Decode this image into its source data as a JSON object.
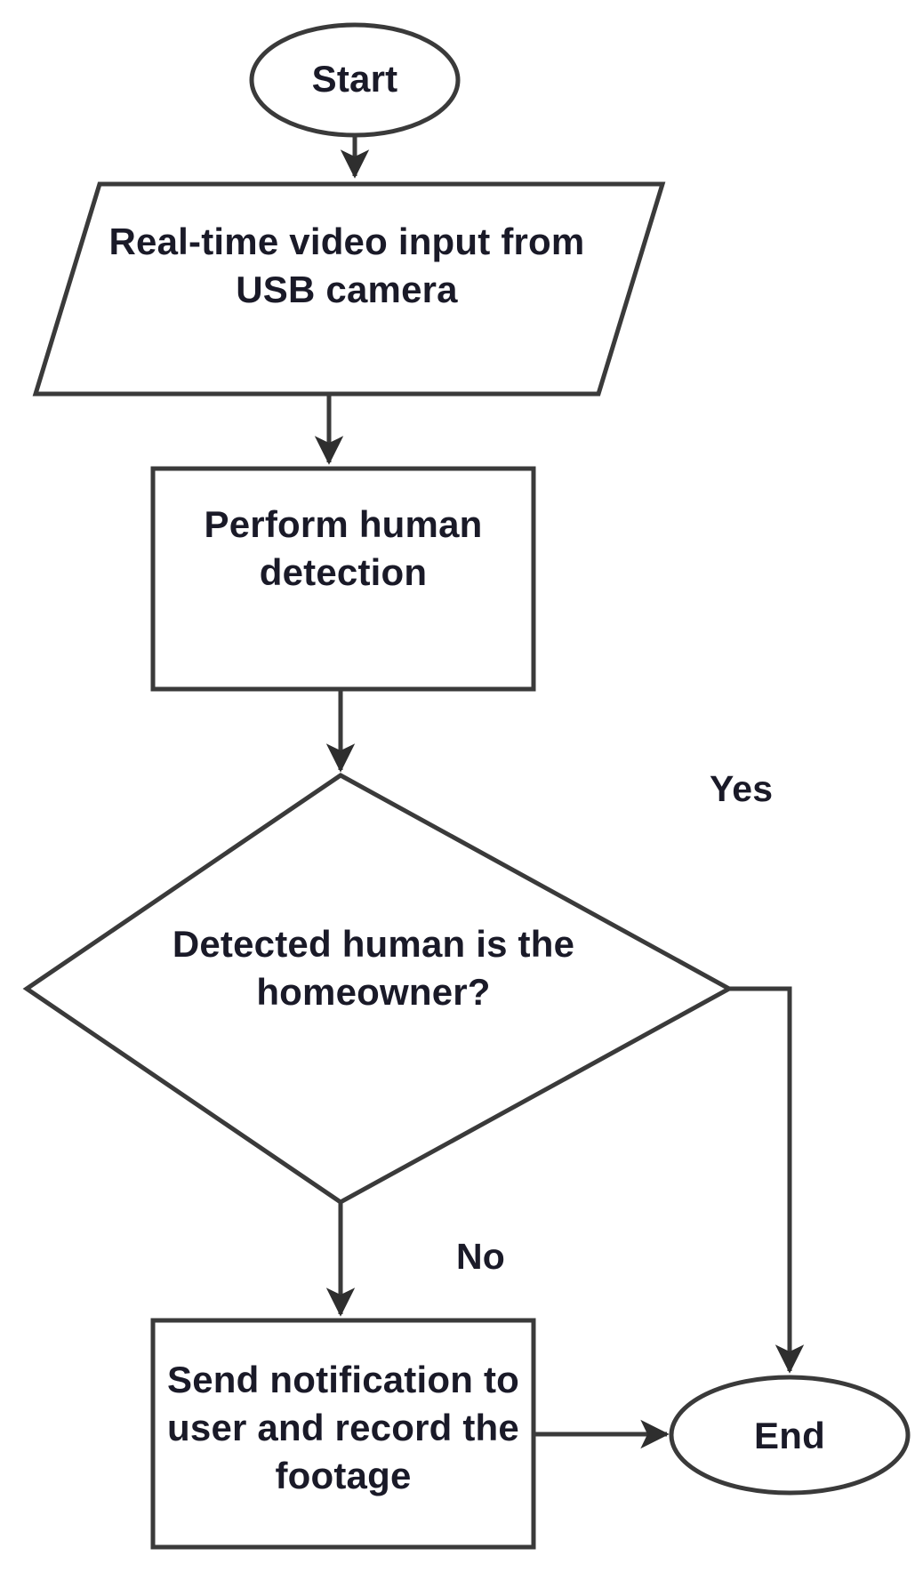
{
  "diagram": {
    "type": "flowchart",
    "title": "Human detection home security flowchart",
    "orientation": "top-to-bottom",
    "colors": {
      "background": "#ffffff",
      "stroke": "#3a3a3a",
      "text": "#1a1a28"
    },
    "nodes": [
      {
        "id": "start",
        "shape": "ellipse",
        "label": "Start",
        "role": "terminator"
      },
      {
        "id": "video_input",
        "shape": "parallelogram",
        "label": "Real-time video input from\nUSB camera",
        "role": "input-output"
      },
      {
        "id": "human_detection",
        "shape": "rectangle",
        "label": "Perform human\ndetection",
        "role": "process"
      },
      {
        "id": "homeowner_check",
        "shape": "diamond",
        "label": "Detected human is the\nhomeowner?",
        "role": "decision"
      },
      {
        "id": "notify_record",
        "shape": "rectangle",
        "label": "Send notification to\nuser and record the\nfootage",
        "role": "process"
      },
      {
        "id": "end",
        "shape": "ellipse",
        "label": "End",
        "role": "terminator"
      }
    ],
    "edges": [
      {
        "id": "e1",
        "from": "start",
        "to": "video_input",
        "label": ""
      },
      {
        "id": "e2",
        "from": "video_input",
        "to": "human_detection",
        "label": ""
      },
      {
        "id": "e3",
        "from": "human_detection",
        "to": "homeowner_check",
        "label": ""
      },
      {
        "id": "e4",
        "from": "homeowner_check",
        "to": "end",
        "label": "Yes"
      },
      {
        "id": "e5",
        "from": "homeowner_check",
        "to": "notify_record",
        "label": "No"
      },
      {
        "id": "e6",
        "from": "notify_record",
        "to": "end",
        "label": ""
      }
    ]
  }
}
